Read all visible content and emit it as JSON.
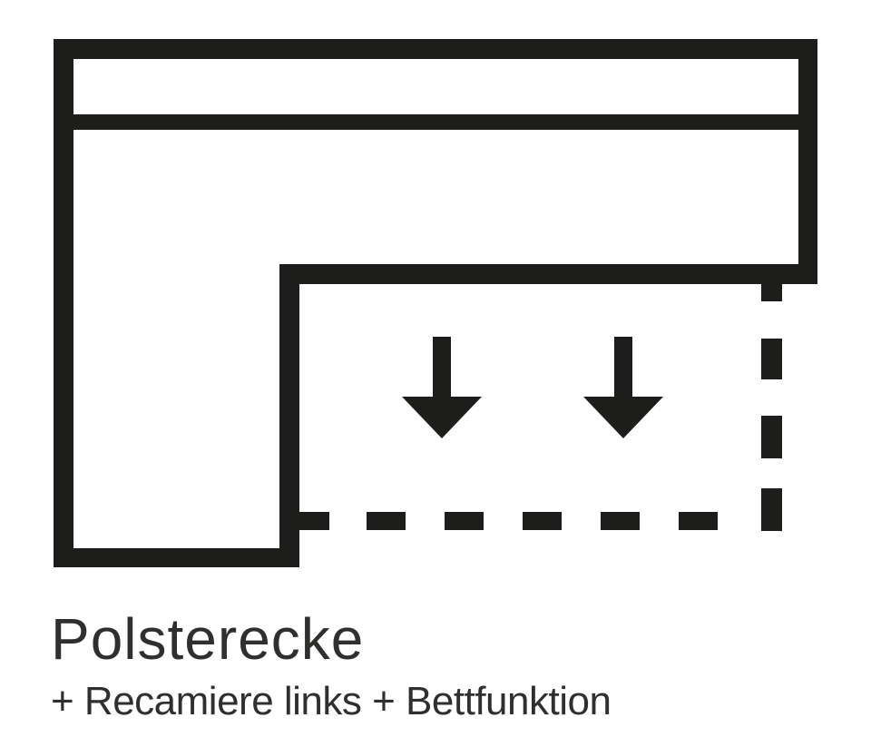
{
  "caption": {
    "title": "Polsterecke",
    "subtitle": "+ Recamiere links + Bettfunktion"
  },
  "colors": {
    "background": "#ffffff",
    "line": "#1d1d1b",
    "text": "#2f2f2d"
  },
  "diagram": {
    "icons": [
      "corner-sofa-outline",
      "backrest-line",
      "arrow-down-icon",
      "arrow-down-icon",
      "bed-function-dashed-rectangle"
    ]
  }
}
